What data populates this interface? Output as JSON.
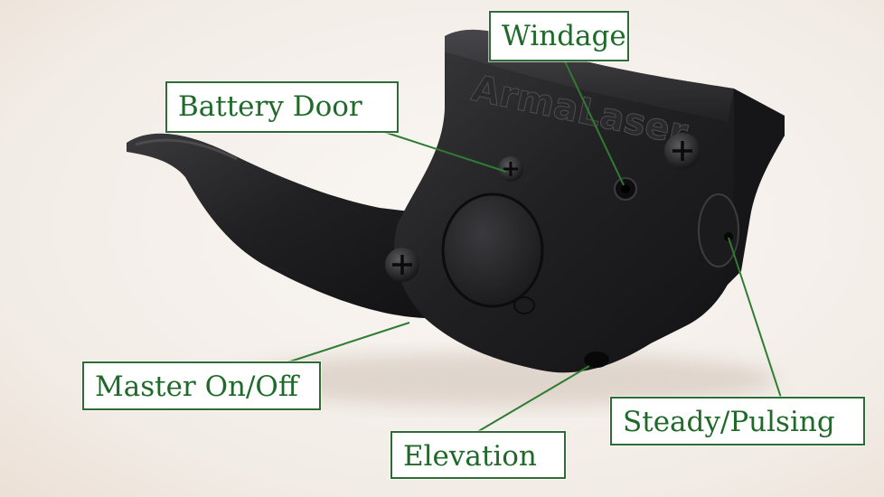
{
  "labels": {
    "windage": "Windage",
    "battery_door": "Battery Door",
    "master_on_off": "Master On/Off",
    "elevation": "Elevation",
    "steady_pulsing": "Steady/Pulsing"
  },
  "product_mark": "ArmaLaser",
  "colors": {
    "label_text": "#1f6a2a",
    "label_border": "#2f6b34",
    "leader_line": "#2e7d32",
    "body": "#1d1d1f",
    "background": "#f1ebe6"
  }
}
